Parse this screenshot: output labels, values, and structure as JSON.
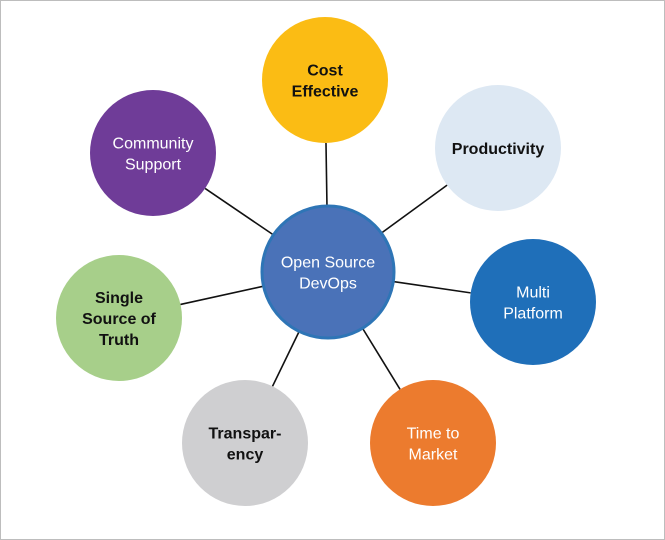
{
  "center": {
    "label_lines": [
      "Open Source",
      "DevOps"
    ],
    "fill": "#4a72b8",
    "stroke": "#2e75b6",
    "text_color": "#ffffff"
  },
  "nodes": [
    {
      "id": "cost-effective",
      "label_lines": [
        "Cost",
        "Effective"
      ],
      "fill": "#fbbc14",
      "text_color": "#111111",
      "bold": true
    },
    {
      "id": "productivity",
      "label_lines": [
        "Productivity"
      ],
      "fill": "#dde8f3",
      "text_color": "#111111",
      "bold": true
    },
    {
      "id": "multi-platform",
      "label_lines": [
        "Multi",
        "Platform"
      ],
      "fill": "#1f6fb9",
      "text_color": "#ffffff",
      "bold": false
    },
    {
      "id": "time-to-market",
      "label_lines": [
        "Time to",
        "Market"
      ],
      "fill": "#ec7b2e",
      "text_color": "#ffffff",
      "bold": false
    },
    {
      "id": "transparency",
      "label_lines": [
        "Transpar-",
        "ency"
      ],
      "fill": "#cfcfd1",
      "text_color": "#111111",
      "bold": true
    },
    {
      "id": "single-source-of-truth",
      "label_lines": [
        "Single",
        "Source of",
        "Truth"
      ],
      "fill": "#a7cf8a",
      "text_color": "#111111",
      "bold": true
    },
    {
      "id": "community-support",
      "label_lines": [
        "Community",
        "Support"
      ],
      "fill": "#6f3c98",
      "text_color": "#ffffff",
      "bold": false
    }
  ],
  "connector_color": "#111111"
}
